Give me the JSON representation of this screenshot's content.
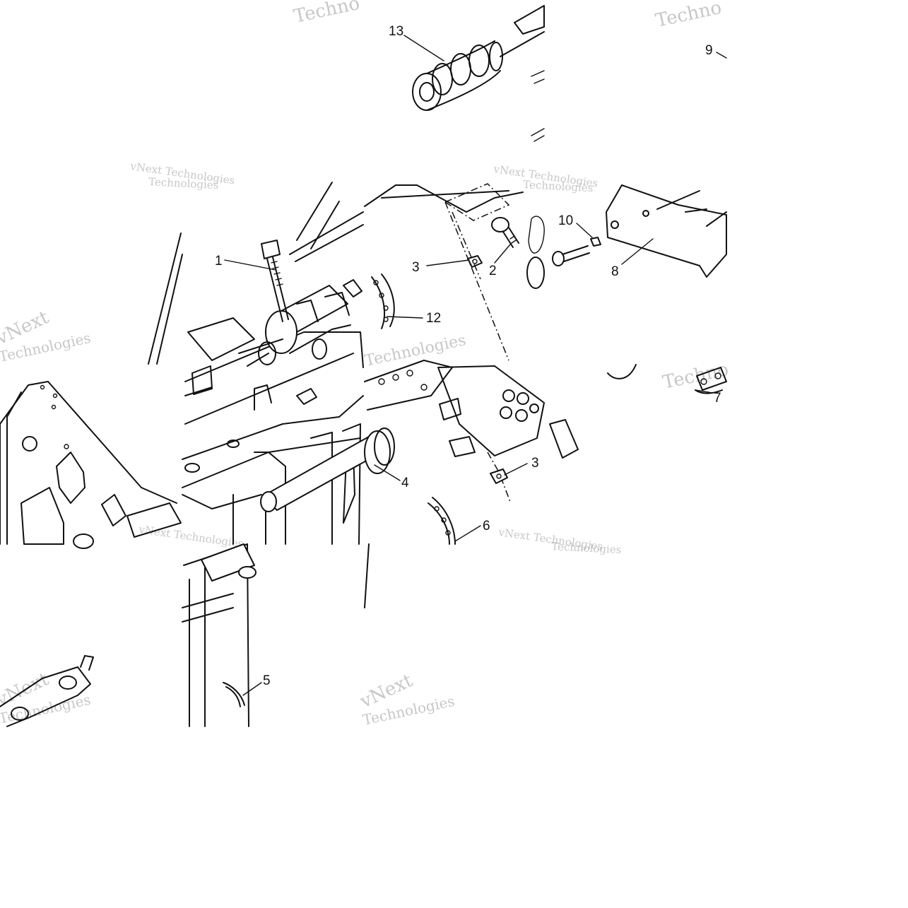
{
  "watermark": {
    "brand_short": "Techno",
    "brand_full": "vNext Technologies",
    "word_vnext": "vNext",
    "word_technologies": "Technologies"
  },
  "callouts": [
    {
      "id": "part-1",
      "label": "1"
    },
    {
      "id": "part-2",
      "label": "2"
    },
    {
      "id": "part-3a",
      "label": "3"
    },
    {
      "id": "part-3b",
      "label": "3"
    },
    {
      "id": "part-4",
      "label": "4"
    },
    {
      "id": "part-5",
      "label": "5"
    },
    {
      "id": "part-6",
      "label": "6"
    },
    {
      "id": "part-7",
      "label": "7"
    },
    {
      "id": "part-8",
      "label": "8"
    },
    {
      "id": "part-9",
      "label": "9"
    },
    {
      "id": "part-10",
      "label": "10"
    },
    {
      "id": "part-12",
      "label": "12"
    },
    {
      "id": "part-13",
      "label": "13"
    }
  ]
}
